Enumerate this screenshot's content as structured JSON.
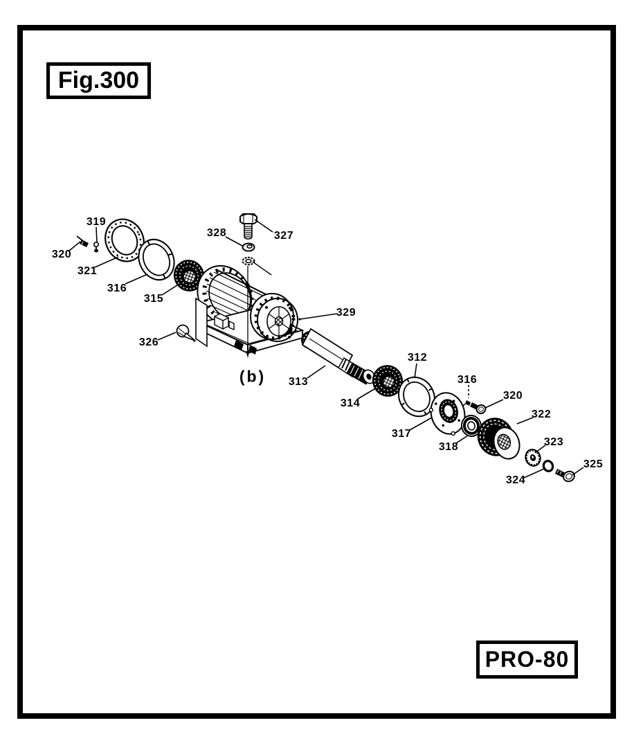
{
  "figure": {
    "label": "Fig.300"
  },
  "model": {
    "label": "PRO-80"
  },
  "diagram": {
    "view_label": "(b)",
    "callouts": [
      {
        "part": "319"
      },
      {
        "part": "320"
      },
      {
        "part": "321"
      },
      {
        "part": "316"
      },
      {
        "part": "315"
      },
      {
        "part": "328"
      },
      {
        "part": "327"
      },
      {
        "part": "329"
      },
      {
        "part": "326"
      },
      {
        "part": "313"
      },
      {
        "part": "314"
      },
      {
        "part": "312"
      },
      {
        "part": "316"
      },
      {
        "part": "320"
      },
      {
        "part": "317"
      },
      {
        "part": "318"
      },
      {
        "part": "322"
      },
      {
        "part": "323"
      },
      {
        "part": "324"
      },
      {
        "part": "325"
      }
    ]
  },
  "colors": {
    "ink": "#000000",
    "paper": "#ffffff",
    "frame": "#000000"
  }
}
